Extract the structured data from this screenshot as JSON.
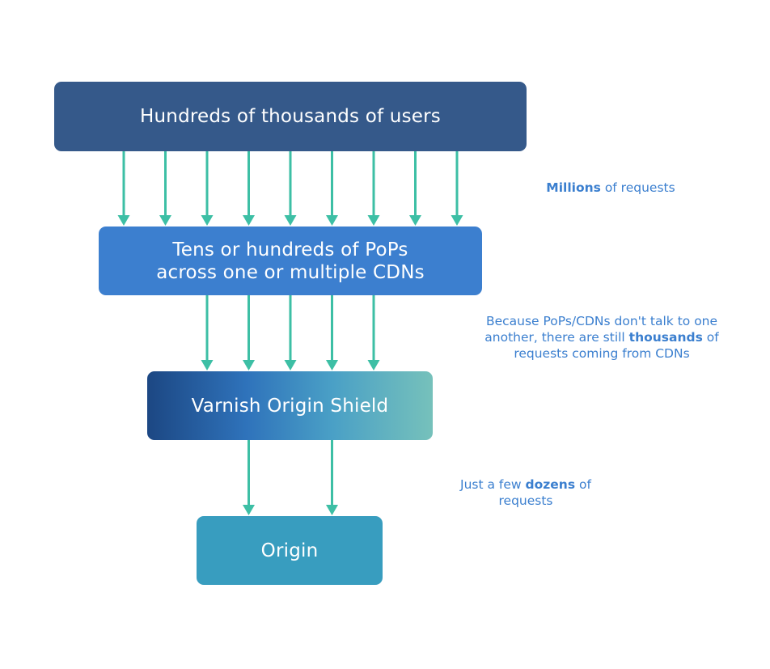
{
  "diagram": {
    "title": "Varnish Origin Shield request fan-in",
    "nodes": [
      {
        "id": "users",
        "label_lines": [
          "Hundreds of thousands of users"
        ],
        "color": "#35598a"
      },
      {
        "id": "pops",
        "label_lines": [
          "Tens or hundreds of PoPs",
          "across one or multiple CDNs"
        ],
        "color": "#3c7fcf"
      },
      {
        "id": "shield",
        "label_lines": [
          "Varnish Origin Shield"
        ],
        "gradient": [
          "#1c4783",
          "#2f73bb",
          "#4aa0c6",
          "#76c1bb"
        ]
      },
      {
        "id": "origin",
        "label_lines": [
          "Origin"
        ],
        "color": "#389dbf"
      }
    ],
    "edges": [
      {
        "from": "users",
        "to": "pops",
        "arrow_count": 9
      },
      {
        "from": "pops",
        "to": "shield",
        "arrow_count": 5
      },
      {
        "from": "shield",
        "to": "origin",
        "arrow_count": 2
      }
    ],
    "arrow_color": "#3dbfa5",
    "annotations": [
      {
        "id": "millions",
        "parts": [
          {
            "text": "Millions",
            "bold": true
          },
          {
            "text": " of requests",
            "bold": false
          }
        ]
      },
      {
        "id": "thousands",
        "parts": [
          {
            "text": "Because PoPs/CDNs don't talk to one another, there are still ",
            "bold": false
          },
          {
            "text": "thousands",
            "bold": true
          },
          {
            "text": " of requests coming from CDNs",
            "bold": false
          }
        ]
      },
      {
        "id": "dozens",
        "parts": [
          {
            "text": "Just a few ",
            "bold": false
          },
          {
            "text": "dozens",
            "bold": true
          },
          {
            "text": " of requests",
            "bold": false
          }
        ]
      }
    ],
    "annotation_color": "#3b7fcf"
  }
}
